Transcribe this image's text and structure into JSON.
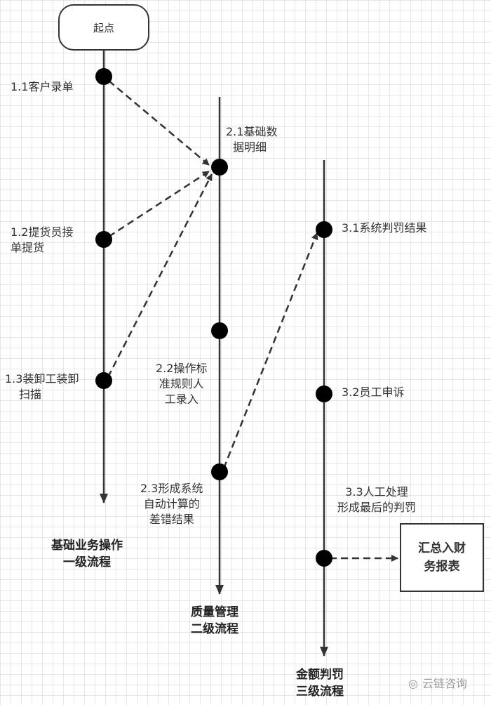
{
  "start": "起点",
  "lanes": [
    {
      "title_line1": "基础业务操作",
      "title_line2": "一级流程",
      "steps": [
        {
          "l1": "1.1客户录单",
          "l2": ""
        },
        {
          "l1": "1.2提货员接",
          "l2": "单提货"
        },
        {
          "l1": "1.3装卸工装卸",
          "l2": "扫描"
        }
      ]
    },
    {
      "title_line1": "质量管理",
      "title_line2": "二级流程",
      "steps": [
        {
          "l1": "2.1基础数",
          "l2": "据明细"
        },
        {
          "l1": "2.2操作标",
          "l2": "准规则人",
          "l3": "工录入"
        },
        {
          "l1": "2.3形成系统",
          "l2": "自动计算的",
          "l3": "差错结果"
        }
      ]
    },
    {
      "title_line1": "金额判罚",
      "title_line2": "三级流程",
      "steps": [
        {
          "l1": "3.1系统判罚结果"
        },
        {
          "l1": "3.2员工申诉"
        },
        {
          "l1": "3.3人工处理",
          "l2": "形成最后的判罚"
        }
      ]
    }
  ],
  "end_box": {
    "l1": "汇总入财",
    "l2": "务报表"
  },
  "watermark": "云链咨询"
}
